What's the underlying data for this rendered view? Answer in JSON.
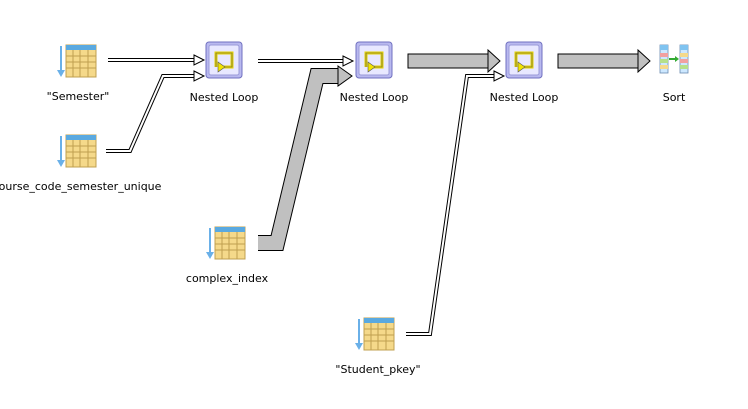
{
  "diagram": {
    "nodes": [
      {
        "id": "semester",
        "type": "index-scan-icon",
        "label": "\"Semester\""
      },
      {
        "id": "ccsu",
        "type": "index-scan-icon",
        "label": "course_code_semester_unique"
      },
      {
        "id": "nl1",
        "type": "nested-loop-icon",
        "label": "Nested Loop"
      },
      {
        "id": "complex",
        "type": "index-scan-icon",
        "label": "complex_index"
      },
      {
        "id": "nl2",
        "type": "nested-loop-icon",
        "label": "Nested Loop"
      },
      {
        "id": "student",
        "type": "index-scan-icon",
        "label": "\"Student_pkey\""
      },
      {
        "id": "nl3",
        "type": "nested-loop-icon",
        "label": "Nested Loop"
      },
      {
        "id": "sort",
        "type": "sort-icon",
        "label": "Sort"
      }
    ],
    "edges": [
      {
        "from": "semester",
        "to": "nl1",
        "style": "thin"
      },
      {
        "from": "ccsu",
        "to": "nl1",
        "style": "thin"
      },
      {
        "from": "nl1",
        "to": "nl2",
        "style": "thin"
      },
      {
        "from": "complex",
        "to": "nl2",
        "style": "thick"
      },
      {
        "from": "nl2",
        "to": "nl3",
        "style": "thick"
      },
      {
        "from": "student",
        "to": "nl3",
        "style": "thin"
      },
      {
        "from": "nl3",
        "to": "sort",
        "style": "thick"
      }
    ],
    "colors": {
      "table_fill": "#f5d98a",
      "table_header": "#5aa9e0",
      "loop_frame": "#8a8ad8",
      "loop_fill": "#e8e8ff",
      "loop_arrow": "#f2e400",
      "arrow_fill": "#c0c0c0",
      "line": "#000000"
    }
  }
}
